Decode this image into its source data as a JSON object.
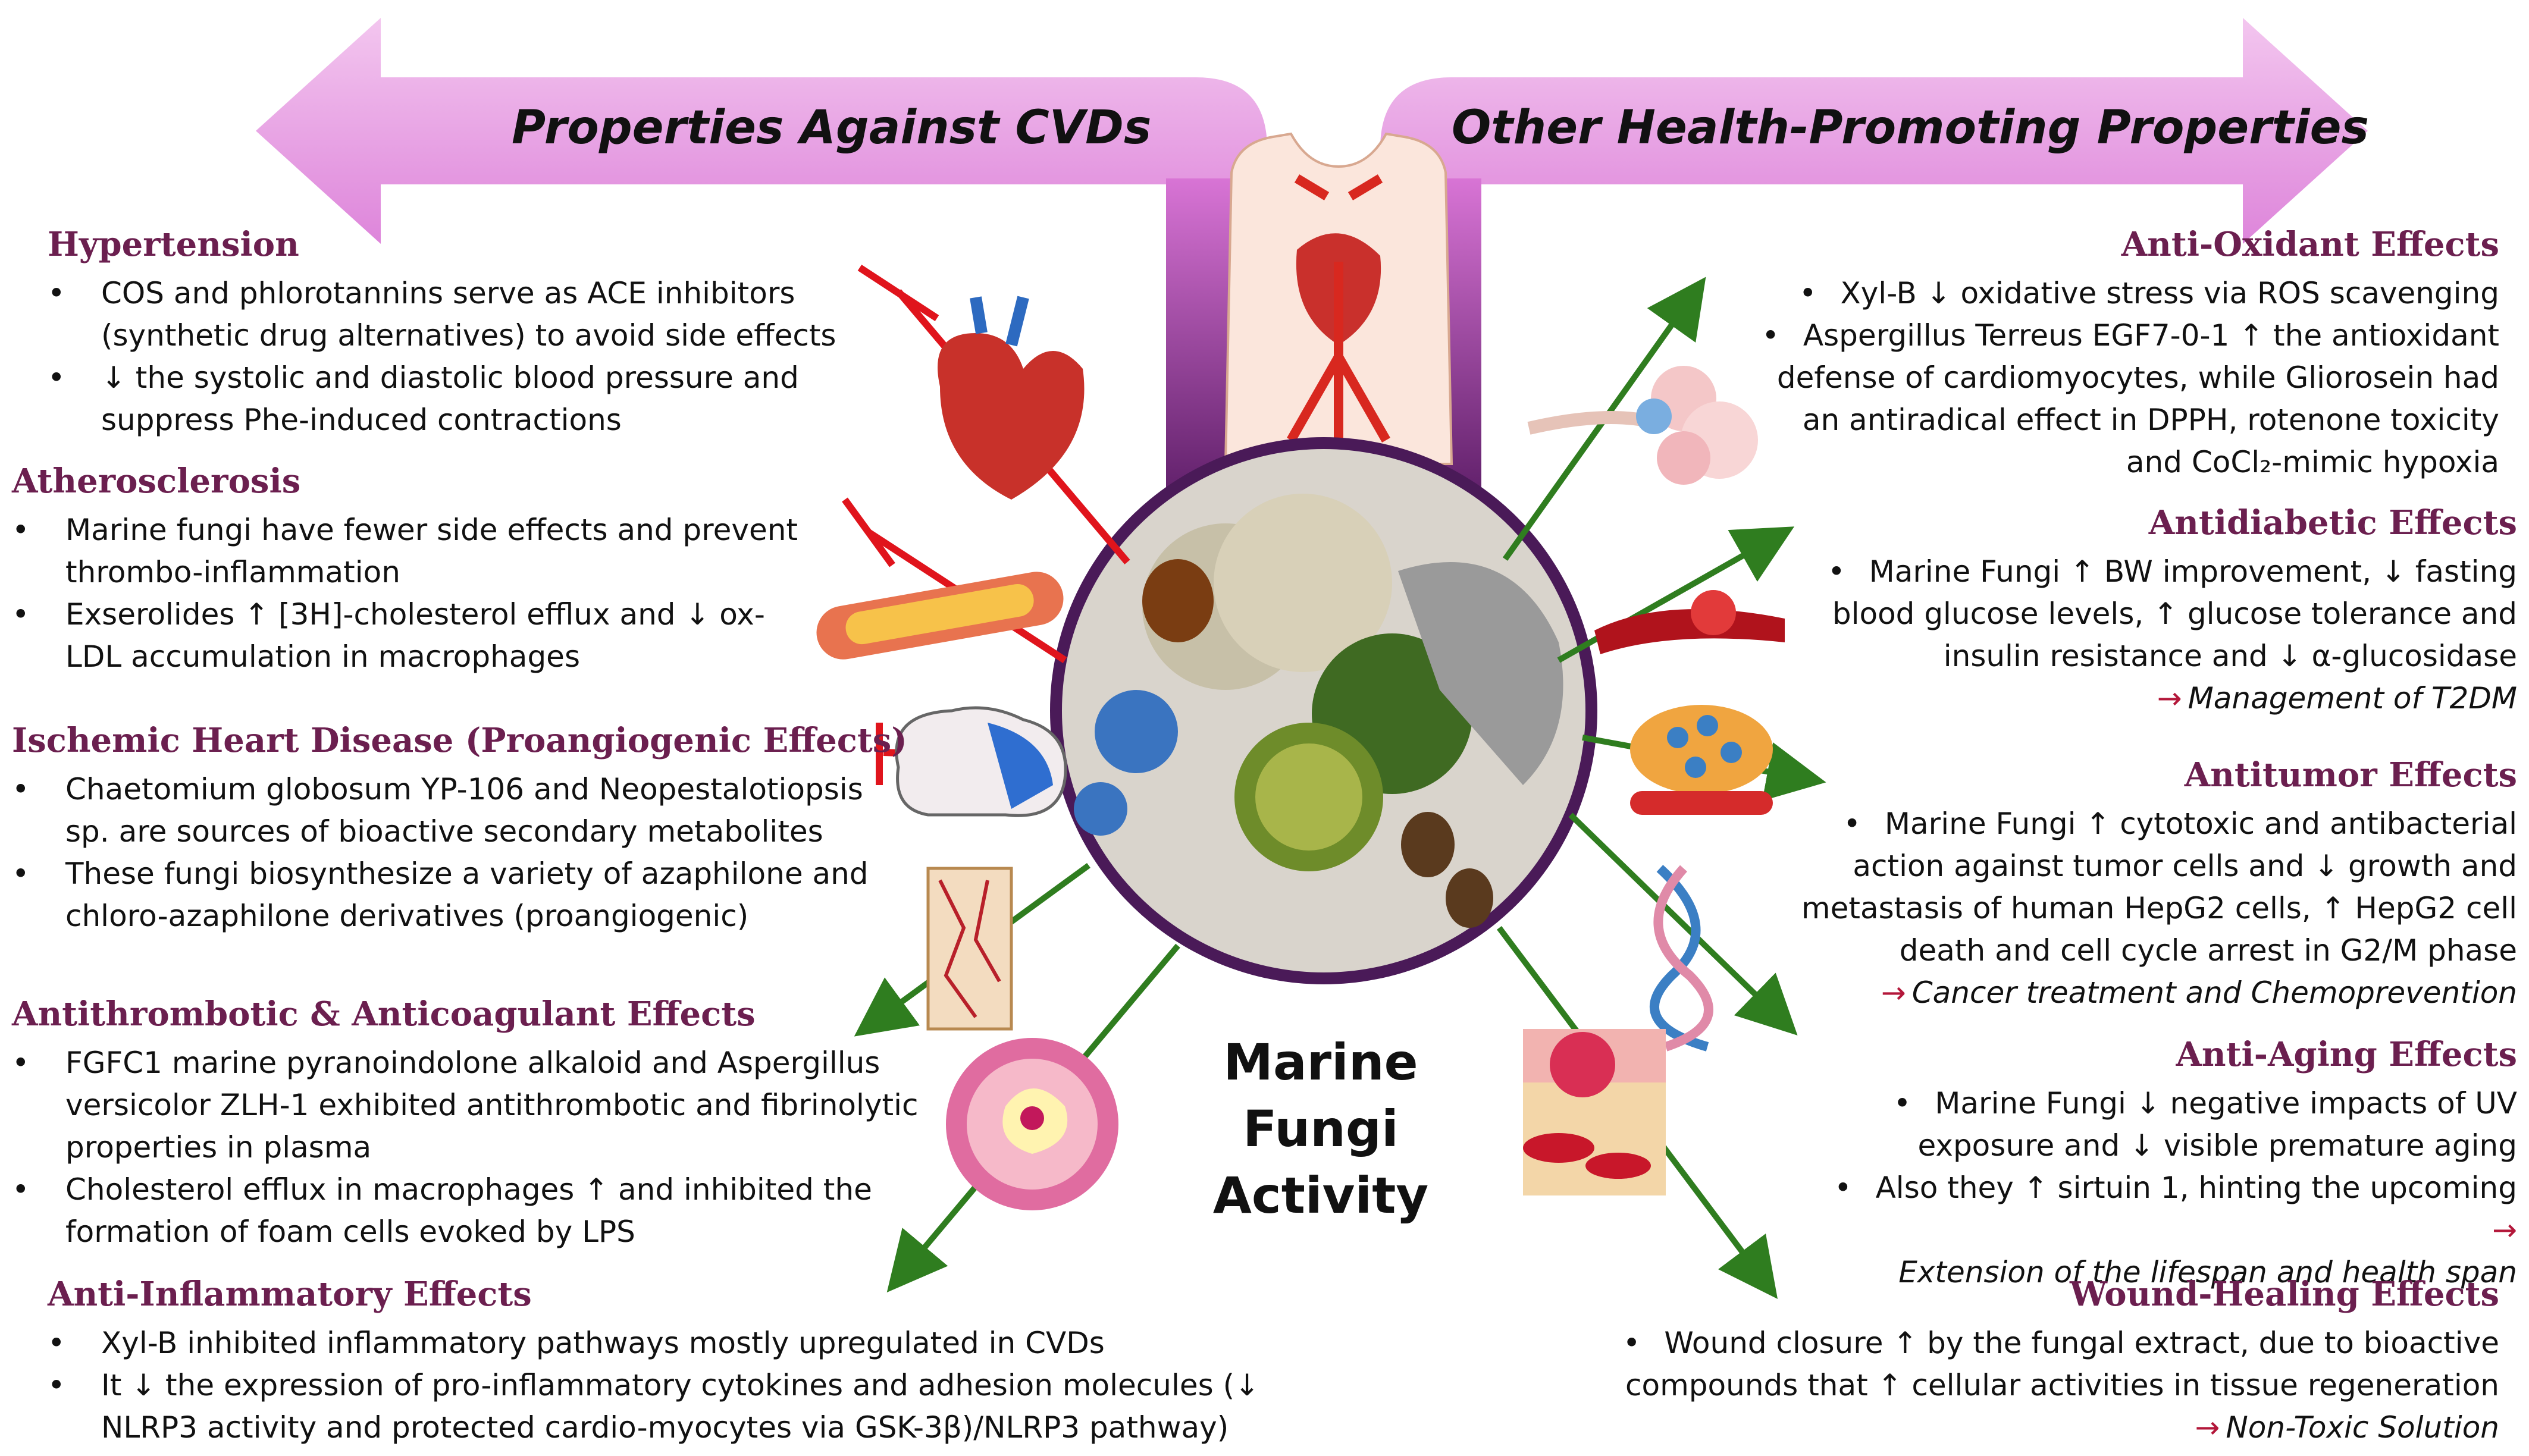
{
  "banners": {
    "left": "Properties Against CVDs",
    "right": "Other Health-Promoting Properties"
  },
  "center": {
    "line1": "Marine",
    "line2": "Fungi",
    "line3": "Activity"
  },
  "colors": {
    "heading": "#6b1f4f",
    "inhibit": "#e0141c",
    "promote": "#2f7d1f",
    "arrow_fill": "#d76ad4",
    "arrow_dark": "#5e1a6b"
  },
  "icons": [
    "torso-heart-icon",
    "heart-icon",
    "artery-plaque-icon",
    "brain-icon",
    "blood-vessel-icon",
    "vessel-cross-section-icon",
    "fungi-micrograph-icon",
    "lungs-icon",
    "blood-clot-icon",
    "tumor-cells-icon",
    "dna-icon",
    "skin-layers-icon"
  ],
  "left": [
    {
      "title": "Hypertension",
      "items": [
        "COS and phlorotannins serve as ACE inhibitors (synthetic drug alternatives) to avoid side effects",
        "↓ the systolic and diastolic blood pressure and suppress Phe-induced contractions"
      ]
    },
    {
      "title": "Atherosclerosis",
      "items": [
        "Marine fungi have fewer side effects and prevent thrombo-inflammation",
        "Exserolides ↑ [3H]-cholesterol efflux and ↓ ox-LDL accumulation in macrophages"
      ]
    },
    {
      "title": "Ischemic Heart Disease (Proangiogenic Effects)",
      "items": [
        "Chaetomium globosum YP-106 and Neopestalotiopsis sp. are sources of bioactive secondary metabolites",
        "These fungi biosynthesize a variety of azaphilone and chloro-azaphilone derivatives (proangiogenic)"
      ]
    },
    {
      "title": "Antithrombotic & Anticoagulant Effects",
      "items": [
        "FGFC1 marine pyranoindolone alkaloid and Aspergillus versicolor ZLH-1 exhibited antithrombotic and fibrinolytic properties in plasma",
        "Cholesterol efflux in macrophages ↑ and inhibited the formation of foam cells evoked by LPS"
      ]
    },
    {
      "title": "Anti-Inflammatory Effects",
      "items": [
        "Xyl-B inhibited inflammatory pathways mostly upregulated in CVDs",
        "It ↓ the expression of pro-inflammatory cytokines and adhesion molecules (↓ NLRP3 activity and protected cardio-myocytes via GSK-3β)/NLRP3 pathway)"
      ]
    }
  ],
  "right": [
    {
      "title": "Anti-Oxidant Effects",
      "items": [
        "Xyl-B ↓ oxidative stress via ROS scavenging",
        "Aspergillus Terreus EGF7-0-1 ↑ the antioxidant defense of cardiomyocytes, while Gliorosein had an antiradical effect in DPPH, rotenone toxicity and CoCl₂-mimic hypoxia"
      ],
      "conclusion": ""
    },
    {
      "title": "Antidiabetic Effects",
      "items": [
        "Marine Fungi ↑ BW improvement, ↓ fasting blood glucose levels, ↑ glucose tolerance and insulin resistance and ↓ α-glucosidase"
      ],
      "conclusion": "Management of T2DM"
    },
    {
      "title": "Antitumor Effects",
      "items": [
        "Marine Fungi ↑ cytotoxic and antibacterial action against tumor cells and ↓ growth and metastasis of human HepG2 cells, ↑ HepG2 cell death and cell cycle arrest in G2/M phase"
      ],
      "conclusion": "Cancer treatment and Chemoprevention"
    },
    {
      "title": "Anti-Aging Effects",
      "items": [
        "Marine Fungi ↓ negative impacts of UV exposure and ↓ visible premature aging",
        "Also they ↑ sirtuin 1, hinting the upcoming"
      ],
      "conclusion": "Extension of the lifespan and health span"
    },
    {
      "title": "Wound-Healing Effects",
      "items": [
        "Wound closure ↑ by the fungal extract, due to bioactive compounds that ↑ cellular activities in tissue regeneration"
      ],
      "conclusion": "Non-Toxic Solution"
    }
  ]
}
